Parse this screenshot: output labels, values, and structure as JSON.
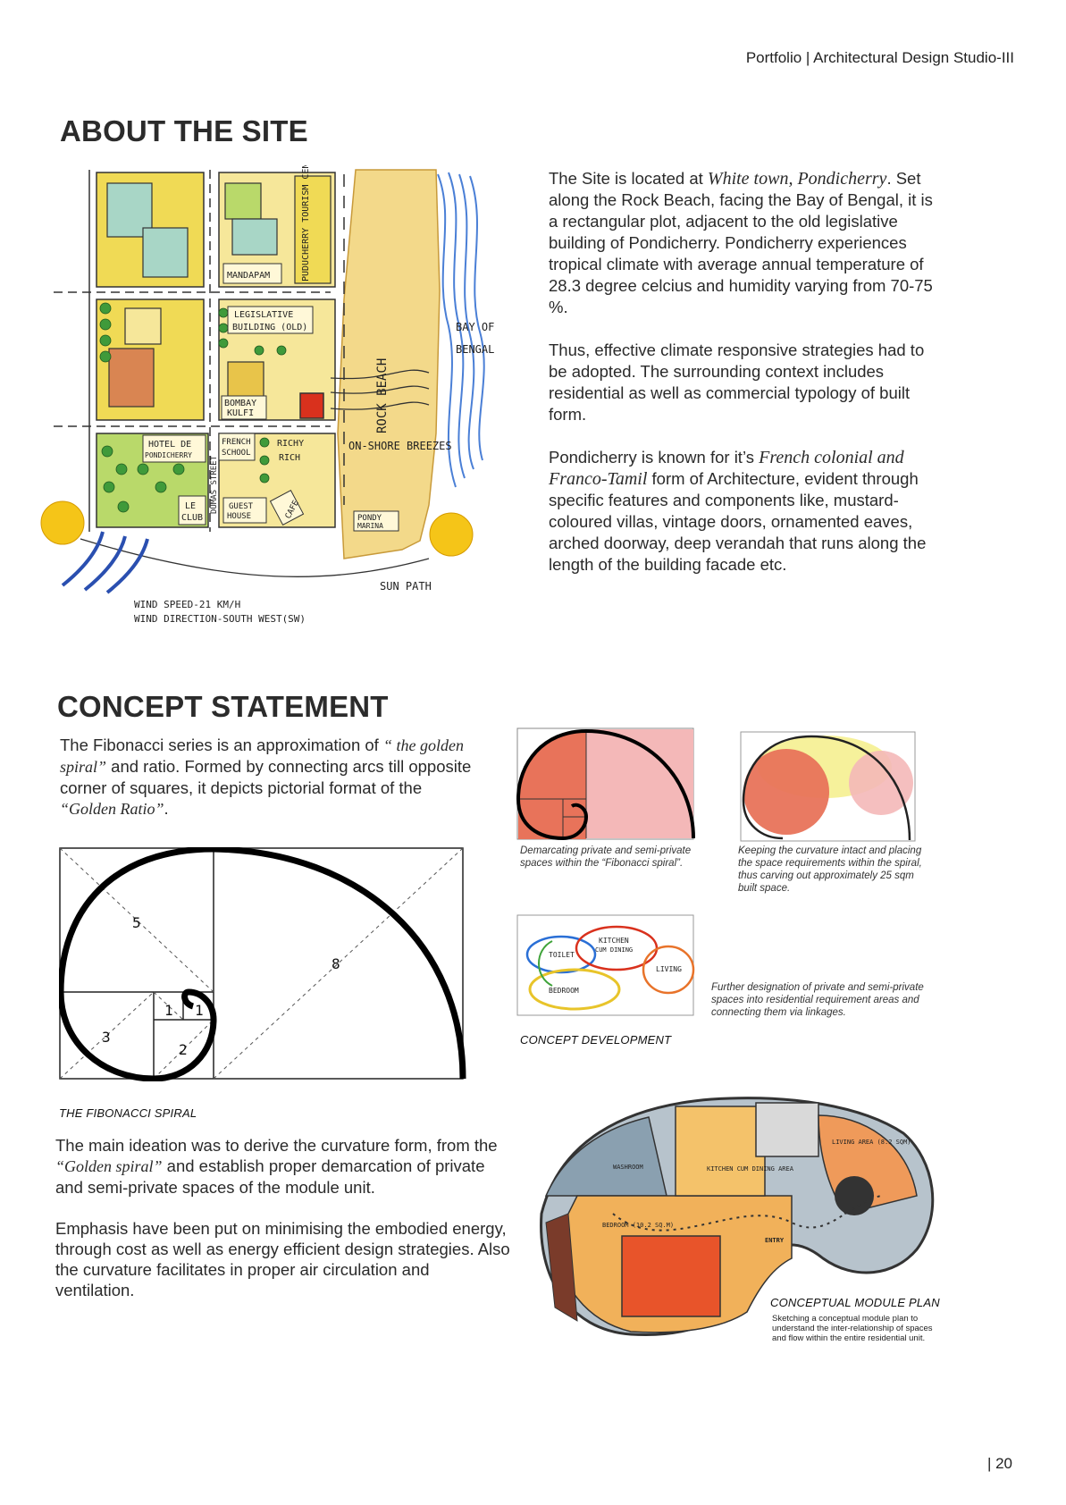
{
  "header": {
    "text": "Portfolio | Architectural Design Studio-III"
  },
  "about": {
    "title": "ABOUT THE SITE",
    "p1_a": "The Site is located at ",
    "p1_em": "White town, Pondicherry",
    "p1_b": ". Set along the Rock Beach, facing the Bay of Bengal, it is a rectangular plot, adjacent to the old legislative building of Pondicherry. Pondicherry experiences tropical climate with average annual temperature of 28.3 degree celcius and humidity varying from 70-75 %.",
    "p2": "Thus, effective climate responsive strategies had to be adopted. The surrounding context includes residential as well as commercial typology of built form.",
    "p3_a": "Pondicherry is known for it’s ",
    "p3_em": "French colonial and Franco-Tamil",
    "p3_b": " form of Architecture, evident through specific features and components like, mustard-coloured villas, vintage doors, ornamented eaves, arched doorway, deep verandah that runs along the length of the building facade etc."
  },
  "site_map": {
    "labels": {
      "mandapam": "MANDAPAM",
      "tourism": "PUDUCHERRY TOURISM CENTRE",
      "legislative_1": "LEGISLATIVE",
      "legislative_2": "BUILDING (OLD)",
      "bombay_1": "BOMBAY",
      "bombay_2": "KULFI",
      "hotel_1": "HOTEL DE",
      "hotel_2": "PONDICHERRY",
      "french_1": "FRENCH",
      "french_2": "SCHOOL",
      "richy_1": "RICHY",
      "richy_2": "RICH",
      "le_club_1": "LE",
      "le_club_2": "CLUB",
      "guest_1": "GUEST",
      "guest_2": "HOUSE",
      "cafe": "CAFE",
      "dumas": "DUMAS STREET",
      "rock_beach": "ROCK BEACH",
      "bay_1": "BAY OF",
      "bay_2": "BENGAL",
      "breezes": "ON-SHORE BREEZES",
      "pondy_1": "PONDY",
      "pondy_2": "MARINA",
      "sun_path": "SUN PATH",
      "wind_speed": "WIND SPEED-21 KM/H",
      "wind_dir": "WIND DIRECTION-SOUTH WEST(SW)"
    },
    "colors": {
      "sun": "#f5c518",
      "sea": "#4a7fd6",
      "sand": "#f3d98a",
      "block_yellow": "#f0da55",
      "block_green": "#b9d96a",
      "site_red": "#d9311d"
    }
  },
  "concept": {
    "title": "CONCEPT STATEMENT",
    "intro_a": "The Fibonacci series is an approximation of ",
    "intro_em1": "“ the golden spiral”",
    "intro_b": " and ratio. Formed by connecting arcs till opposite corner of squares, it depicts pictorial format of the ",
    "intro_em2": "“Golden Ratio”",
    "intro_c": ".",
    "spiral_numbers": {
      "n8": "8",
      "n5": "5",
      "n3": "3",
      "n2": "2",
      "n1a": "1",
      "n1b": "1"
    },
    "spiral_caption": "THE FIBONACCI SPIRAL",
    "p1_a": "The main ideation was to derive the curvature form, from the ",
    "p1_em": "“Golden spiral”",
    "p1_b": " and establish proper demarcation of private and semi-private spaces of the module unit.",
    "p2": "Emphasis have been put on minimising the embodied energy, through cost as well as energy efficient design strategies. Also the curvature facilitates in proper air circulation and ventilation."
  },
  "sketches": {
    "s1_caption": "Demarcating private and semi-private spaces within the “Fibonacci spiral”.",
    "s2_caption": "Keeping the curvature intact and placing the space requirements within the spiral, thus carving out approximately  25 sqm built space.",
    "s3_caption": "Further designation of private and semi-private spaces into residential requirement areas and connecting them via linkages.",
    "s3_labels": {
      "toilet": "TOILET",
      "kitchen_1": "KITCHEN",
      "kitchen_2": "CUM DINING",
      "living": "LIVING",
      "bedroom": "BEDROOM"
    },
    "concept_dev": "CONCEPT DEVELOPMENT",
    "plan_labels": {
      "washroom": "WASHROOM",
      "kitchen": "KITCHEN CUM DINING AREA",
      "living": "LIVING AREA (8.2 SQM)",
      "bedroom": "BEDROOM (10.2 SQ.M)",
      "entry": "ENTRY"
    },
    "plan_title": "CONCEPTUAL MODULE PLAN",
    "plan_caption": "Sketching a conceptual module plan to understand the inter-relationship of spaces and flow within the entire residential unit."
  },
  "page_number": "| 20"
}
